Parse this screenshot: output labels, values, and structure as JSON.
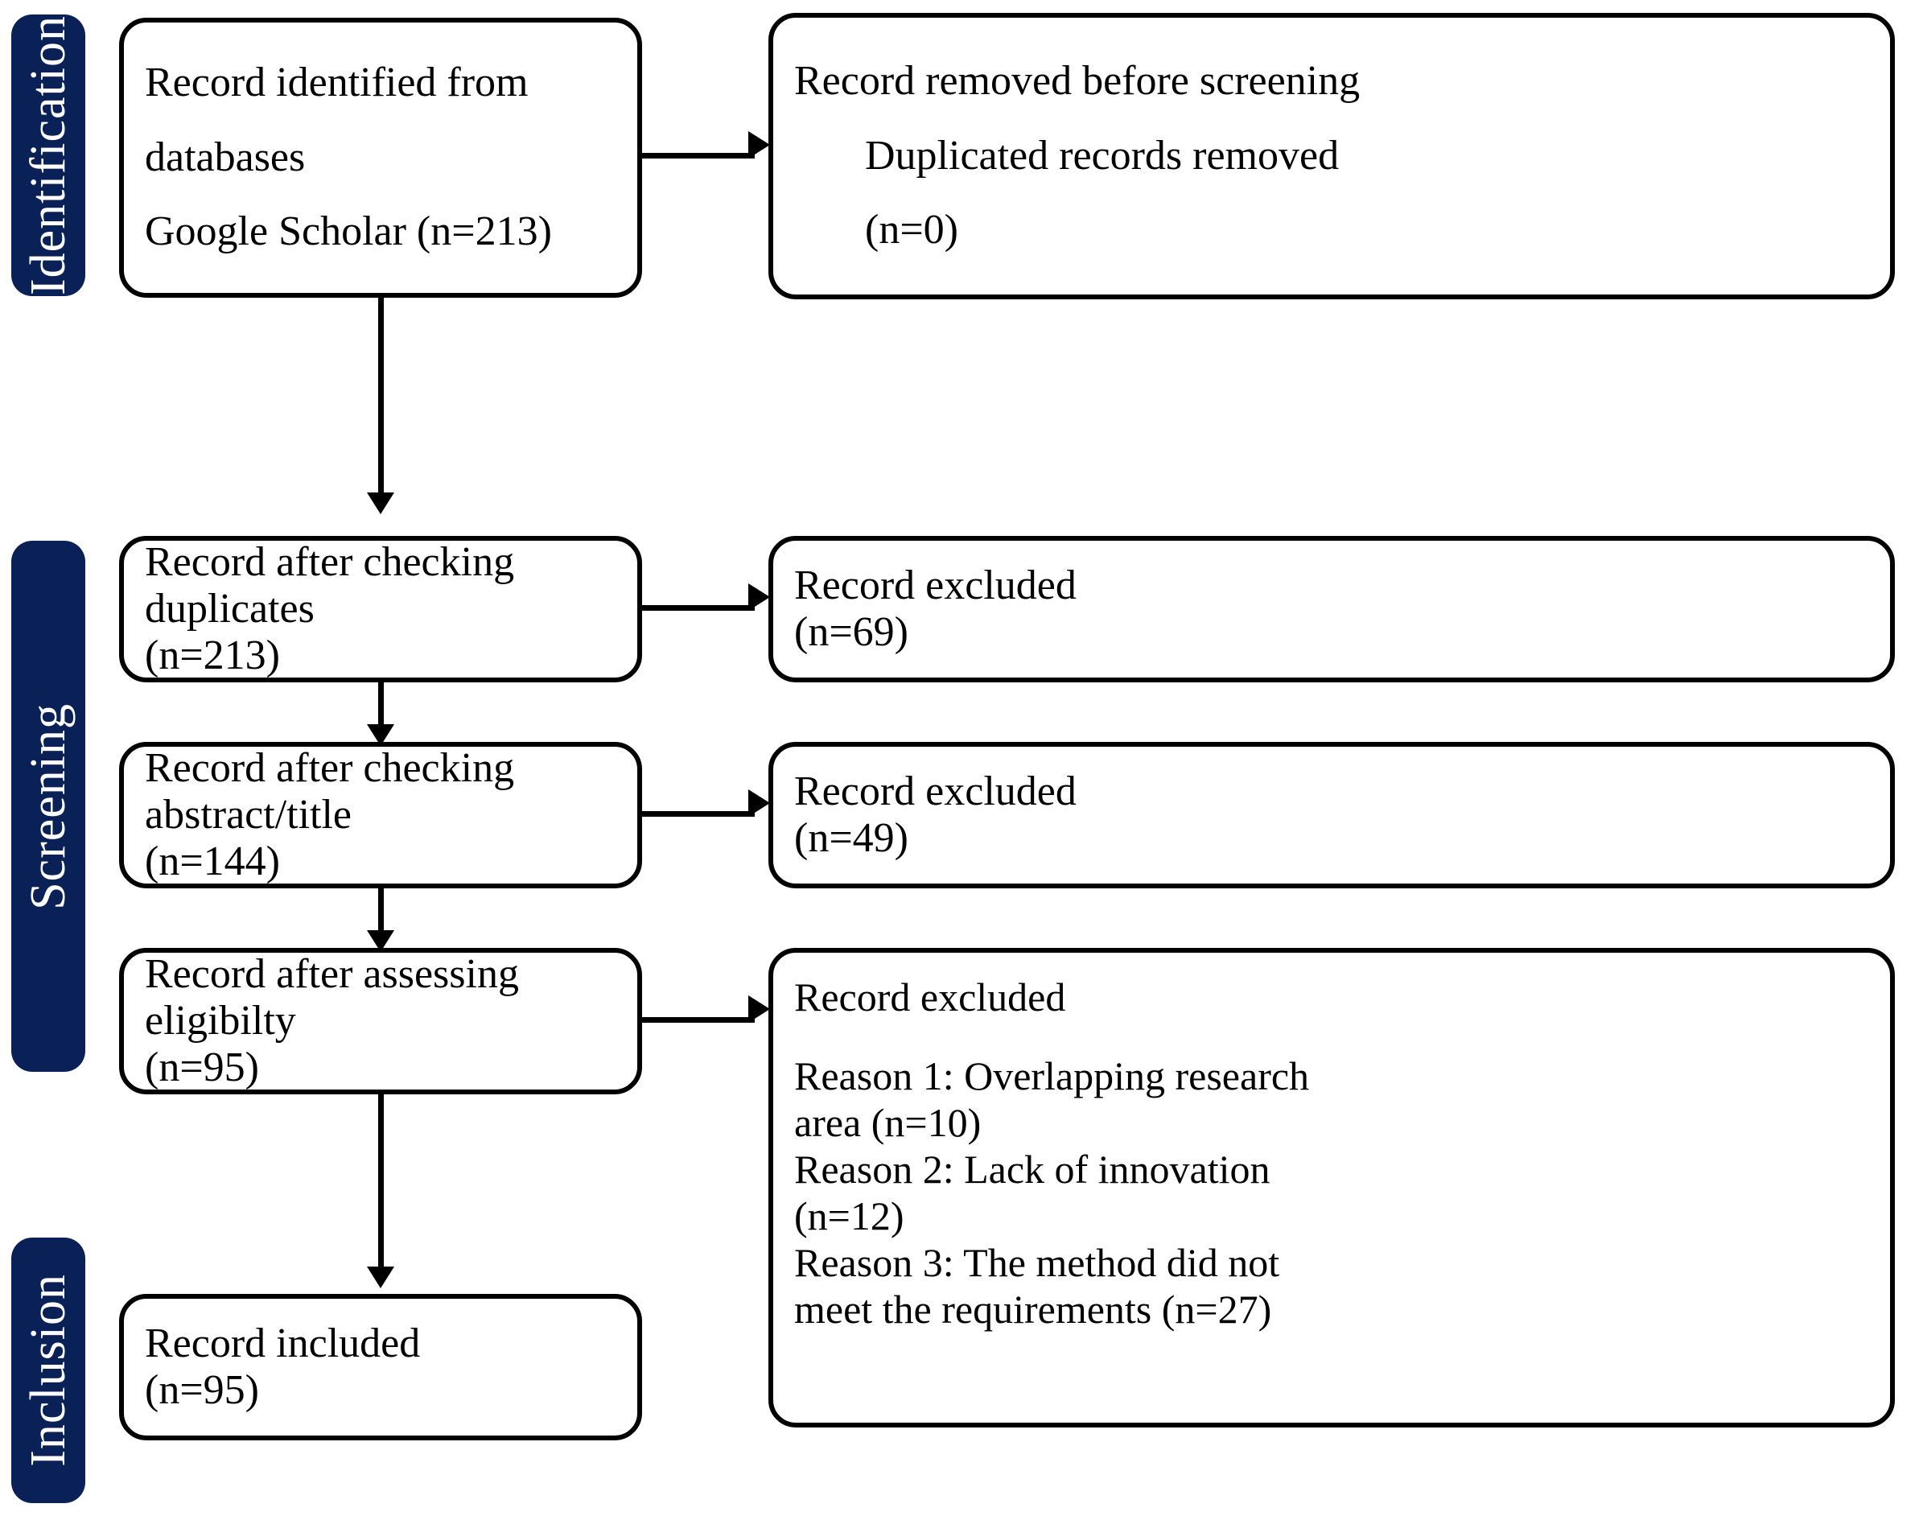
{
  "diagram": {
    "title": "PRISMA flow diagram",
    "accent_color": "#0A2158",
    "line_color": "#000000",
    "background_color": "#FFFFFF"
  },
  "stages": [
    {
      "id": "identification",
      "label": "Identification"
    },
    {
      "id": "screening",
      "label": "Screening"
    },
    {
      "id": "inclusion",
      "label": "Inclusion"
    }
  ],
  "boxes": {
    "identified": {
      "stage": "identification",
      "lines": [
        "Record identified from",
        "databases",
        "Google Scholar (n=213)"
      ],
      "source": "Google Scholar",
      "n": 213
    },
    "removed_before_screening": {
      "stage": "identification",
      "lines": [
        "Record removed before screening",
        "Duplicated records removed",
        "(n=0)"
      ],
      "n": 0
    },
    "after_duplicates": {
      "stage": "screening",
      "lines": [
        "Record after checking duplicates",
        "(n=213)"
      ],
      "n": 213
    },
    "excluded_duplicates": {
      "stage": "screening",
      "lines": [
        "Record excluded",
        "(n=69)"
      ],
      "n": 69
    },
    "after_abstract_title": {
      "stage": "screening",
      "lines": [
        "Record after checking abstract/title",
        "(n=144)"
      ],
      "n": 144
    },
    "excluded_abstract_title": {
      "stage": "screening",
      "lines": [
        "Record excluded",
        "(n=49)"
      ],
      "n": 49
    },
    "after_eligibility": {
      "stage": "screening",
      "lines": [
        "Record after assessing eligibilty",
        "(n=95)"
      ],
      "n": 95
    },
    "excluded_eligibility": {
      "stage": "screening",
      "heading": "Record excluded",
      "lines": [
        "Reason 1: Overlapping research",
        "area (n=10)",
        "Reason 2: Lack of innovation",
        "(n=12)",
        "Reason 3: The method did not",
        "meet the requirements (n=27)"
      ],
      "reasons": [
        {
          "label": "Reason 1: Overlapping research area",
          "n": 10
        },
        {
          "label": "Reason 2: Lack of innovation",
          "n": 12
        },
        {
          "label": "Reason 3: The method did not meet the requirements",
          "n": 27
        }
      ]
    },
    "included": {
      "stage": "inclusion",
      "lines": [
        "Record included",
        "(n=95)"
      ],
      "n": 95
    }
  }
}
